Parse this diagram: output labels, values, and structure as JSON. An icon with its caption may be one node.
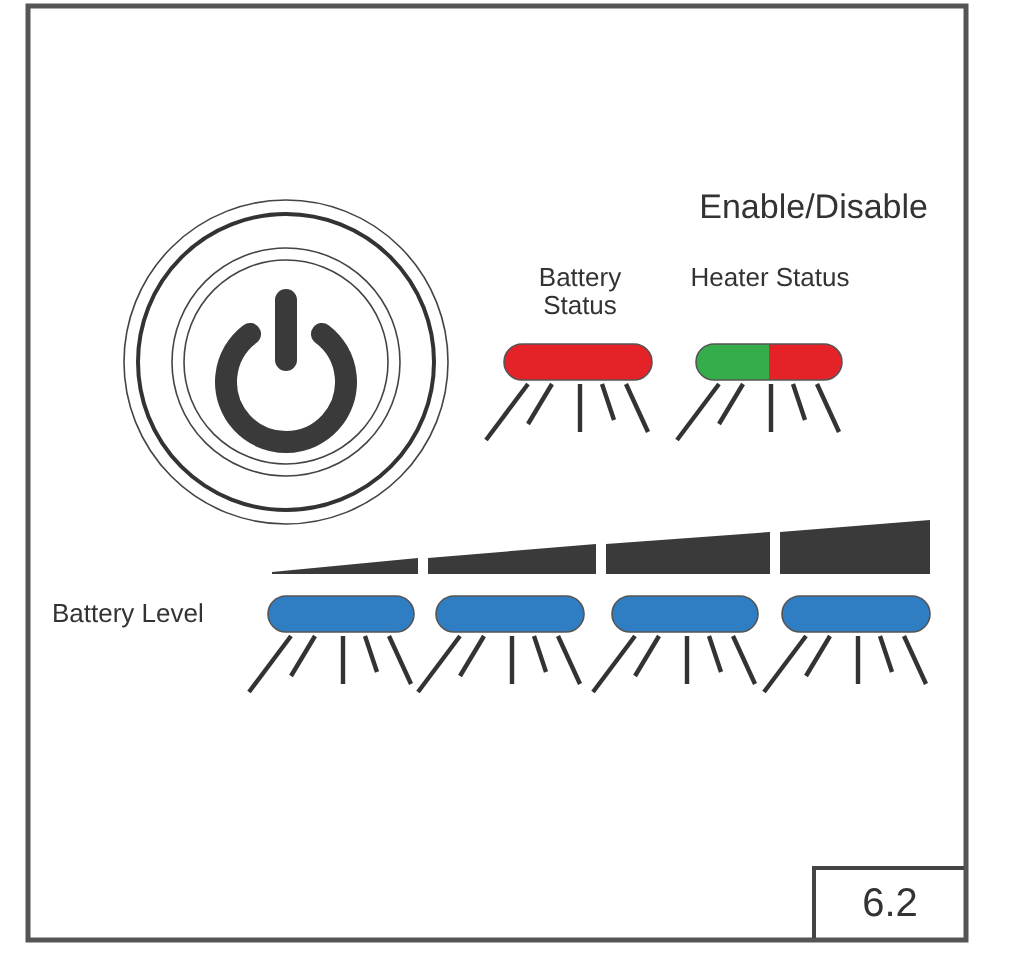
{
  "diagram": {
    "nodes": [
      {
        "text": [
          "6.2"
        ]
      }
    ],
    "labels": [
      "Enable/Disable",
      "Battery Status",
      "Heater Status",
      "Battery Level"
    ]
  }
}
